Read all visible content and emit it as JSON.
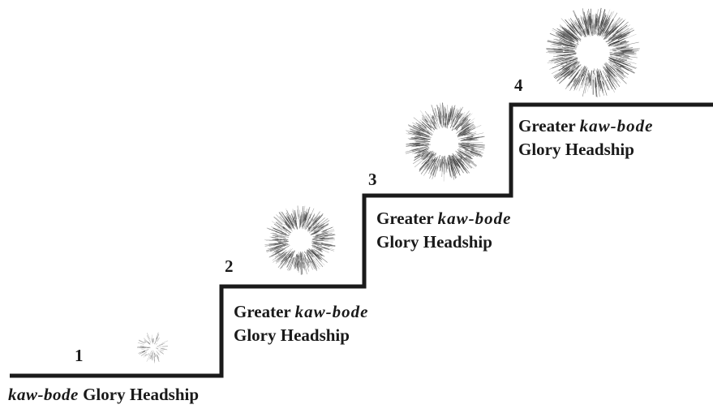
{
  "steps": [
    {
      "number": "1",
      "line1_text": "",
      "line1_italic": "",
      "line2": "",
      "bottom_italic": "kaw-bode",
      "bottom_text": " Glory Headship"
    },
    {
      "number": "2",
      "line1_text": "Greater ",
      "line1_italic": "kaw-bode",
      "line2": "Glory Headship"
    },
    {
      "number": "3",
      "line1_text": "Greater ",
      "line1_italic": "kaw-bode",
      "line2": "Glory Headship"
    },
    {
      "number": "4",
      "line1_text": "Greater ",
      "line1_italic": "kaw-bode",
      "line2": "Glory Headship"
    }
  ],
  "burst_intensity": [
    0.15,
    0.75,
    0.85,
    1.0
  ],
  "colors": {
    "stair": "#1a1a1a",
    "text": "#1a1a1a",
    "burst": "#3a3a3a"
  }
}
